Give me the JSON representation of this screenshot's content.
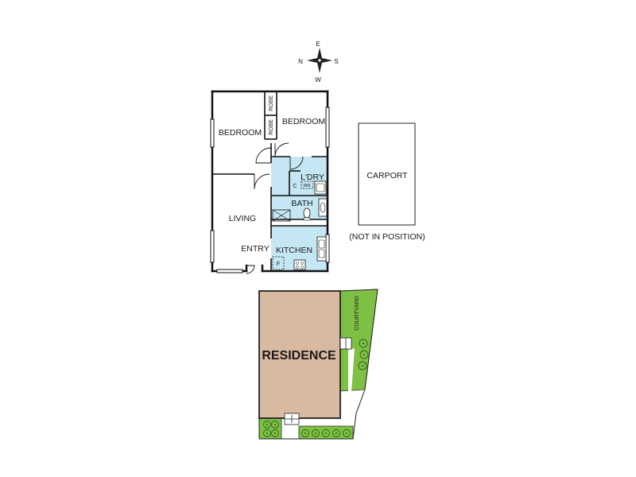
{
  "compass": {
    "n": "N",
    "e": "E",
    "s": "S",
    "w": "W"
  },
  "rooms": {
    "bedroom_left": "BEDROOM",
    "bedroom_right": "BEDROOM",
    "robe_1": "ROBE",
    "robe_2": "ROBE",
    "laundry": "L'DRY",
    "laundry_cupboard": "C",
    "washing_machine": "WM",
    "bath": "BATH",
    "living": "LIVING",
    "entry": "ENTRY",
    "kitchen": "KITCHEN",
    "fridge": "F"
  },
  "carport": {
    "label": "CARPORT",
    "note": "(NOT IN POSITION)"
  },
  "site": {
    "residence": "RESIDENCE",
    "courtyard": "COURTYARD"
  },
  "colors": {
    "wet_area": "#c5e6f3",
    "residence": "#d9b9a0",
    "garden": "#7dc043",
    "wall": "#111111"
  }
}
